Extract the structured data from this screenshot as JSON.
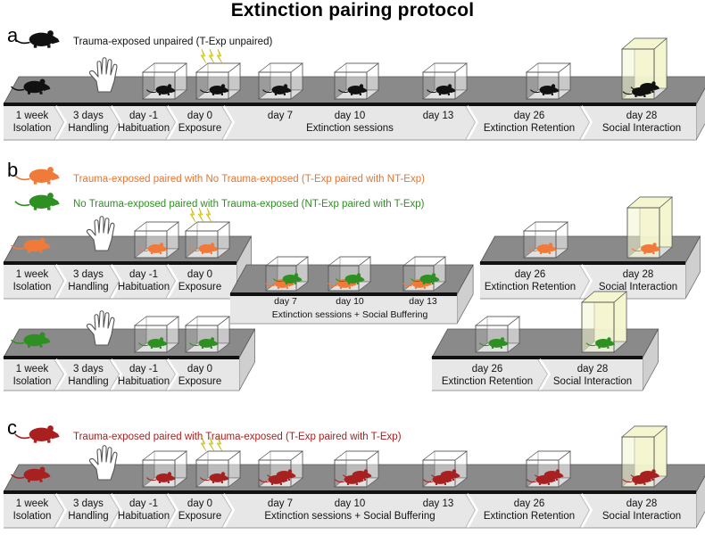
{
  "title": "Extinction pairing protocol",
  "colors": {
    "black": "#111111",
    "orange": "#f07a3a",
    "green": "#2e8f22",
    "red": "#a8201f",
    "platform_top": "#8a8a8a",
    "platform_front": "#e7e7e7",
    "social_box": "#f4f6cf",
    "lightning": "#f2ea2e"
  },
  "panels": [
    {
      "letter": "a",
      "legend": [
        {
          "color": "black",
          "text": "Trauma-exposed unpaired (T-Exp unpaired)"
        }
      ],
      "rows": [
        {
          "color": "black",
          "steps": [
            {
              "line1": "1 week",
              "line2": "Isolation",
              "icon": "rat"
            },
            {
              "line1": "3 days",
              "line2": "Handling",
              "icon": "hand"
            },
            {
              "line1": "day -1",
              "line2": "Habituation",
              "icon": "box"
            },
            {
              "line1": "day 0",
              "line2": "Exposure",
              "icon": "box-shock"
            },
            {
              "line1": "day 7",
              "line2": "",
              "icon": "box"
            },
            {
              "line1": "day 10",
              "line2": "Extinction sessions",
              "icon": "box"
            },
            {
              "line1": "day 13",
              "line2": "",
              "icon": "box"
            },
            {
              "line1": "day 26",
              "line2": "Extinction Retention",
              "icon": "box"
            },
            {
              "line1": "day 28",
              "line2": "Social Interaction",
              "icon": "box-social"
            }
          ]
        }
      ]
    },
    {
      "letter": "b",
      "legend": [
        {
          "color": "orange",
          "text": "Trauma-exposed paired with No Trauma-exposed (T-Exp paired with NT-Exp)"
        },
        {
          "color": "green",
          "text": "No Trauma-exposed paired with Trauma-exposed (NT-Exp paired with T-Exp)"
        }
      ],
      "rows": [
        {
          "color": "orange",
          "steps": [
            {
              "line1": "1 week",
              "line2": "Isolation",
              "icon": "rat"
            },
            {
              "line1": "3 days",
              "line2": "Handling",
              "icon": "hand"
            },
            {
              "line1": "day -1",
              "line2": "Habituation",
              "icon": "box"
            },
            {
              "line1": "day 0",
              "line2": "Exposure",
              "icon": "box-shock"
            }
          ]
        },
        {
          "color": "mixed",
          "steps": [
            {
              "line1": "day 7",
              "line2": "",
              "icon": "box-pair"
            },
            {
              "line1": "day 10",
              "line2": "Extinction sessions + Social Buffering",
              "icon": "box-pair"
            },
            {
              "line1": "day 13",
              "line2": "",
              "icon": "box-pair"
            }
          ]
        },
        {
          "color": "orange",
          "steps": [
            {
              "line1": "day 26",
              "line2": "Extinction Retention",
              "icon": "box"
            },
            {
              "line1": "day 28",
              "line2": "Social Interaction",
              "icon": "box-social"
            }
          ]
        },
        {
          "color": "green",
          "steps": [
            {
              "line1": "1 week",
              "line2": "Isolation",
              "icon": "rat"
            },
            {
              "line1": "3 days",
              "line2": "Handling",
              "icon": "hand"
            },
            {
              "line1": "day -1",
              "line2": "Habituation",
              "icon": "box"
            },
            {
              "line1": "day 0",
              "line2": "Exposure",
              "icon": "box"
            }
          ]
        },
        {
          "color": "green",
          "steps": [
            {
              "line1": "day 26",
              "line2": "Extinction Retention",
              "icon": "box"
            },
            {
              "line1": "day 28",
              "line2": "Social Interaction",
              "icon": "box-social"
            }
          ]
        }
      ]
    },
    {
      "letter": "c",
      "legend": [
        {
          "color": "red",
          "text": "Trauma-exposed paired with Trauma-exposed (T-Exp paired with T-Exp)"
        }
      ],
      "rows": [
        {
          "color": "red",
          "steps": [
            {
              "line1": "1 week",
              "line2": "Isolation",
              "icon": "rat"
            },
            {
              "line1": "3 days",
              "line2": "Handling",
              "icon": "hand"
            },
            {
              "line1": "day -1",
              "line2": "Habituation",
              "icon": "box"
            },
            {
              "line1": "day 0",
              "line2": "Exposure",
              "icon": "box-shock"
            },
            {
              "line1": "day 7",
              "line2": "",
              "icon": "box-pair"
            },
            {
              "line1": "day 10",
              "line2": "Extinction sessions + Social Buffering",
              "icon": "box-pair"
            },
            {
              "line1": "day 13",
              "line2": "",
              "icon": "box-pair"
            },
            {
              "line1": "day 26",
              "line2": "Extinction Retention",
              "icon": "box-pair"
            },
            {
              "line1": "day 28",
              "line2": "Social Interaction",
              "icon": "box-social-pair"
            }
          ]
        }
      ]
    }
  ]
}
